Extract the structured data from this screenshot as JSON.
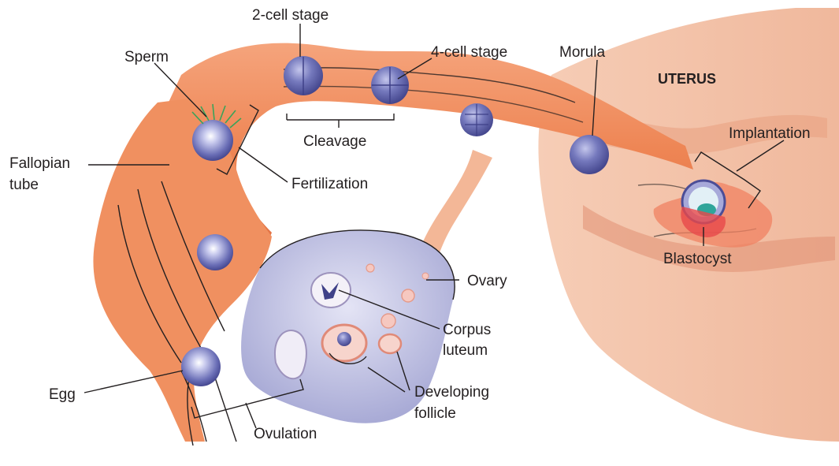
{
  "diagram": {
    "labels": {
      "two_cell": "2-cell stage",
      "four_cell": "4-cell stage",
      "sperm": "Sperm",
      "morula": "Morula",
      "uterus": "UTERUS",
      "cleavage": "Cleavage",
      "implantation": "Implantation",
      "fallopian_1": "Fallopian",
      "fallopian_2": "tube",
      "fertilization": "Fertilization",
      "blastocyst": "Blastocyst",
      "ovary": "Ovary",
      "corpus_1": "Corpus",
      "corpus_2": "luteum",
      "egg": "Egg",
      "developing_1": "Developing",
      "developing_2": "follicle",
      "ovulation": "Ovulation"
    },
    "colors": {
      "tube": "#f08a5a",
      "tube_light": "#f7b08c",
      "tube_dark": "#d9643a",
      "uterus": "#f2c1a8",
      "uterus_muscle": "#e79a7a",
      "ovary": "#c9c9e6",
      "ovary_dark": "#9a9ccb",
      "cell": "#5b5fa8",
      "cell_light": "#9ea2d6",
      "line": "#231f20"
    }
  }
}
